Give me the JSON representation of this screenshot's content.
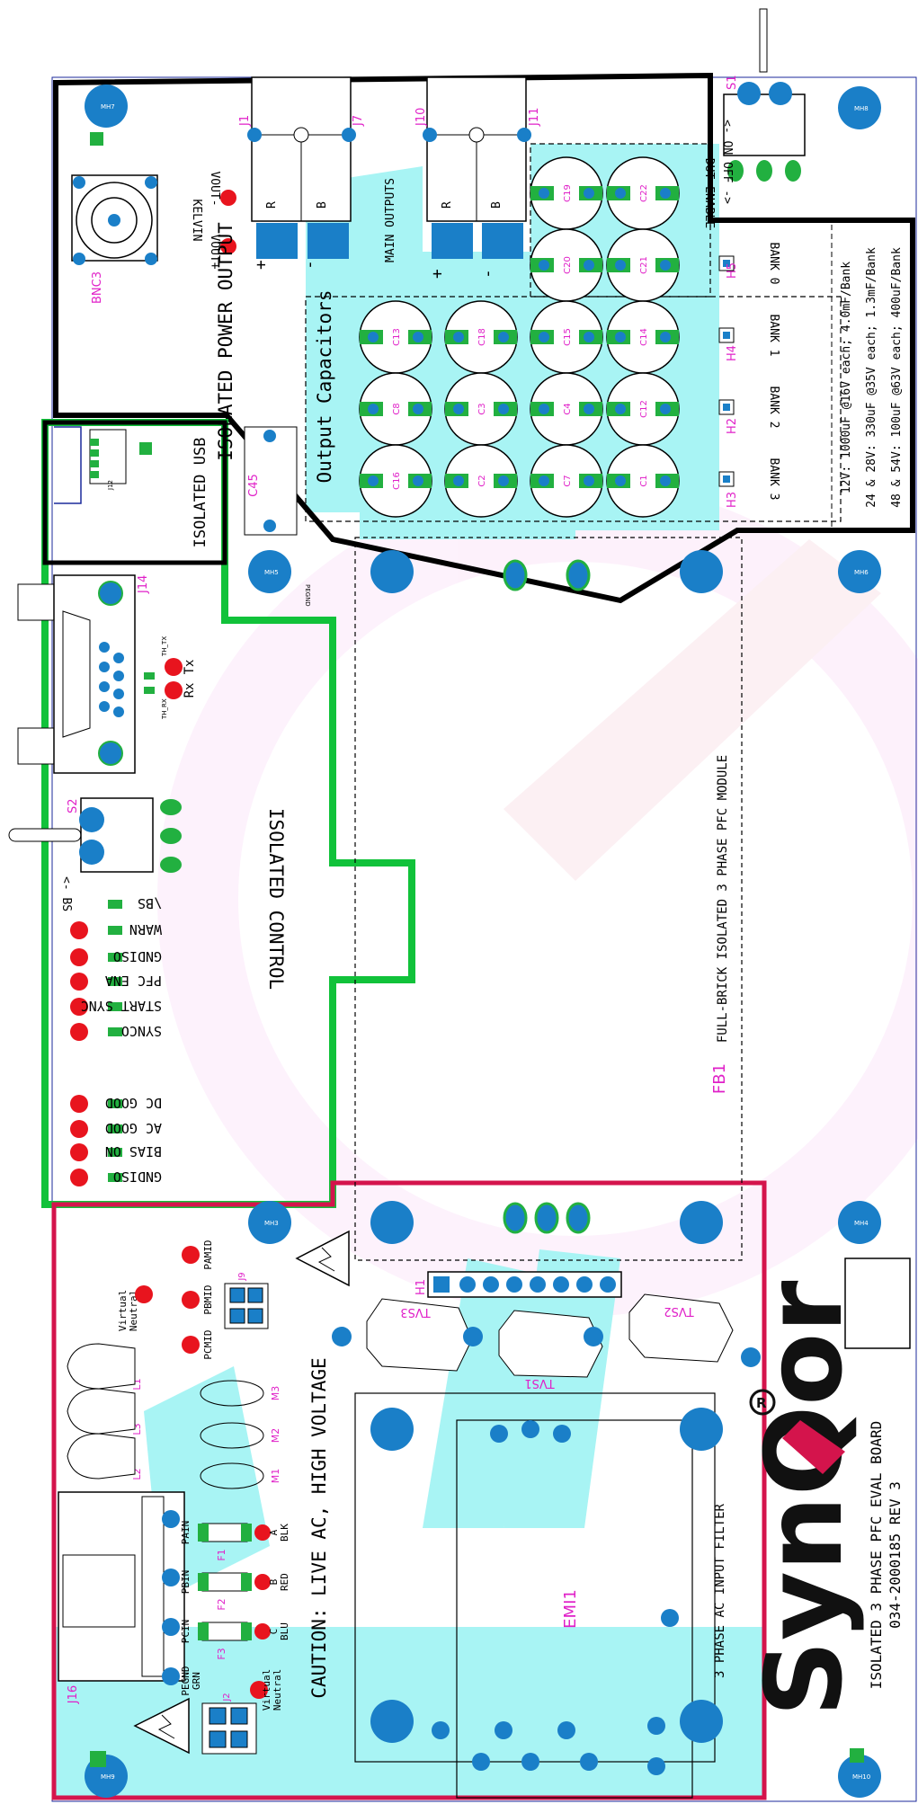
{
  "board": {
    "title": "ISOLATED 3 PHASE PFC EVAL BOARD",
    "part_number": "034-2000185 REV 3",
    "brand": "SynQor",
    "colors": {
      "trace": "#a8f4f4",
      "pad": "#1a7fc8",
      "pad_green": "#22b040",
      "outline_green": "#11c23a",
      "outline_red": "#d4144c",
      "outline_black": "#000000",
      "designator": "#e020c8",
      "led_red": "#e8141e"
    }
  },
  "sections": {
    "isolated_power_output": "ISOLATED POWER OUTPUT",
    "output_capacitors": "Output Capacitors",
    "main_outputs": "MAIN OUTPUTS",
    "isolated_usb": "ISOLATED USB",
    "isolated_control": "ISOLATED CONTROL",
    "pfc_module": "FULL-BRICK ISOLATED 3 PHASE PFC MODULE",
    "ac_filter": "3 PHASE AC INPUT FILTER",
    "caution": "CAUTION: LIVE AC,  HIGH VOLTAGE"
  },
  "outputs": {
    "kelvin": "KELVIN",
    "vout_plus": "VOUT+",
    "vout_minus": "VOUT-",
    "r": "R",
    "b": "B",
    "plus": "+",
    "minus": "-"
  },
  "switches": {
    "dut_enable": "DUT ENABLE",
    "dut_onoff": "<- ON   OFF ->",
    "bs": "<- BS"
  },
  "cap_banks": {
    "labels": [
      "BANK 0",
      "BANK 1",
      "BANK 2",
      "BANK 3"
    ],
    "notes": [
      "12V:  1000uF @16V each;   4.0mF/Bank",
      "24 & 28V: 330uF @35V each;  1.3mF/Bank",
      "48 & 54V: 100uF @63V each;  400uF/Bank"
    ]
  },
  "control_signals": [
    "\\BS",
    "WARN",
    "GNDISO",
    "PFC ENA",
    "START SYNC",
    "SYNCO",
    "DC GOOD",
    "AC GOOD",
    "BIAS ON",
    "GNDISO"
  ],
  "comm": {
    "rx": "Rx",
    "tx": "Tx",
    "th_tx": "TH_TX",
    "th_rx": "TH_RX",
    "pegnd": "PEGND"
  },
  "ac_input": {
    "pain": "PAIN",
    "pbin": "PBIN",
    "pcin": "PCIN",
    "pegnd": "PEGND",
    "grn": "GRN",
    "a": "A",
    "blk": "BLK",
    "b": "B",
    "red": "RED",
    "c": "C",
    "blu": "BLU",
    "virtual_neutral": "Virtual",
    "neutral": "Neutral",
    "pamid": "PAMID",
    "pbmid": "PBMID",
    "pcmid": "PCMID"
  },
  "designators": {
    "bnc3": "BNC3",
    "s1": "S1",
    "s2": "S2",
    "j1": "J1",
    "j7": "J7",
    "j10": "J10",
    "j11": "J11",
    "j14": "J14",
    "j16": "J16",
    "j2": "J2",
    "j9": "J9",
    "j12": "J12",
    "h1": "H1",
    "h2": "H2",
    "h3": "H3",
    "h4": "H4",
    "h5": "H5",
    "fb1": "FB1",
    "emi1": "EMI1",
    "c45": "C45",
    "tvs1": "TVS1",
    "tvs2": "TVS2",
    "tvs3": "TVS3",
    "m1": "M1",
    "m2": "M2",
    "m3": "M3",
    "f1": "F1",
    "f2": "F2",
    "f3": "F3",
    "l1": "L1",
    "l2": "L2",
    "l3": "L3",
    "caps": [
      "C19",
      "C22",
      "C20",
      "C21",
      "C13",
      "C18",
      "C15",
      "C14",
      "C8",
      "C3",
      "C4",
      "C12",
      "C16",
      "C2",
      "C7",
      "C1"
    ],
    "mh": [
      "MH7",
      "MH8",
      "MH5",
      "MH6",
      "MH3",
      "MH4",
      "MH9",
      "MH10"
    ]
  }
}
